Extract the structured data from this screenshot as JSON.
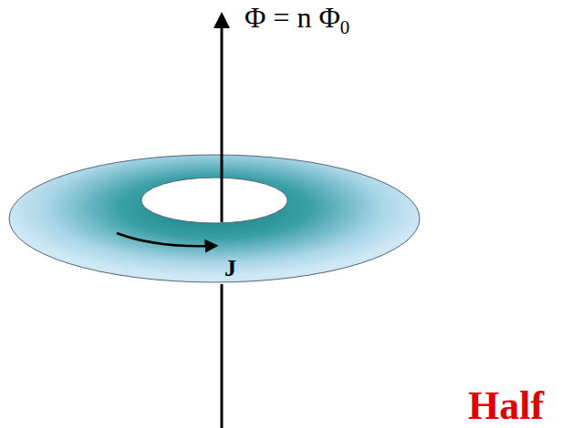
{
  "diagram": {
    "labels": [
      "Φ = n Φ0",
      "J",
      "Half"
    ]
  }
}
